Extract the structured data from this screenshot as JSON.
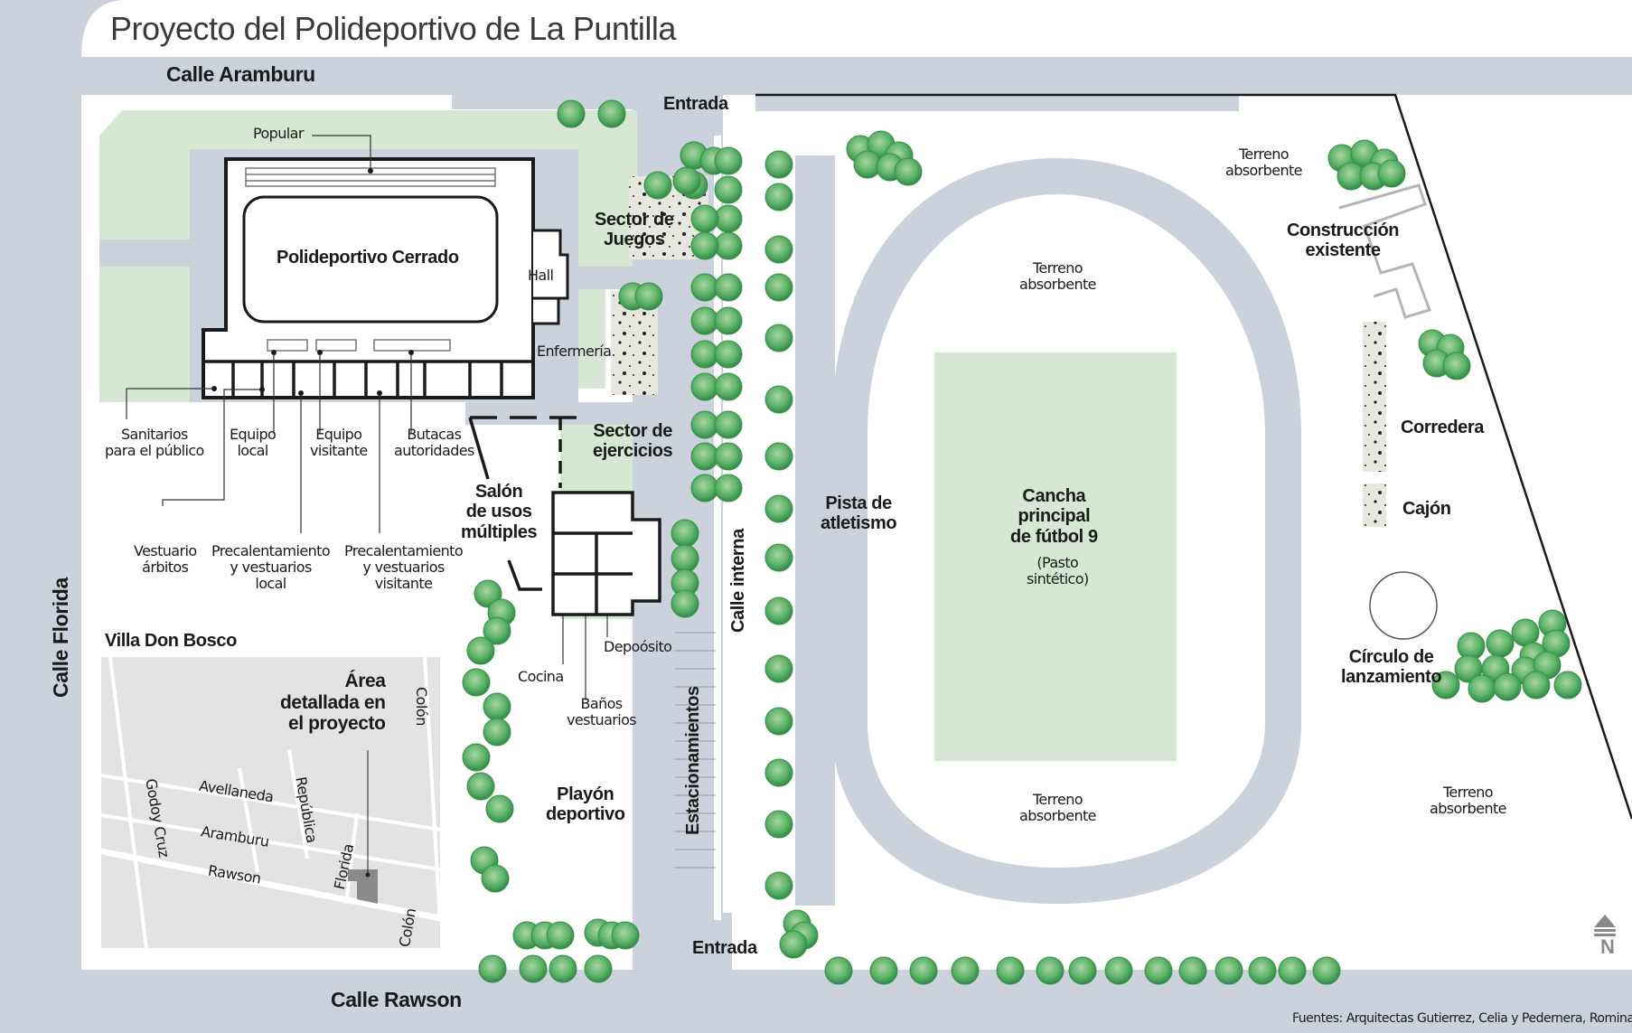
{
  "title": "Proyecto del Polideportivo de La Puntilla",
  "colors": {
    "street": "#cbd2db",
    "green_area": "#d6e8d4",
    "sand": "#e8e7df",
    "building_wall": "#1a1a1a",
    "tree": "#4aa35a",
    "inset_bg": "#e3e3e3",
    "highlight_block": "#8a8a8a"
  },
  "streets": {
    "aramburu": "Calle Aramburu",
    "florida": "Calle Florida",
    "rawson": "Calle Rawson",
    "interna": "Calle interna"
  },
  "entrances": {
    "top": "Entrada",
    "bottom": "Entrada"
  },
  "zones": {
    "polideportivo": "Polideportivo Cerrado",
    "hall": "Hall",
    "enfermeria": "Enfermería",
    "sector_juegos": [
      "Sector de",
      "Juegos"
    ],
    "sector_ejercicios": [
      "Sector de",
      "ejercicios"
    ],
    "salon": [
      "Salón",
      "de usos",
      "múltiples"
    ],
    "playon": [
      "Playón",
      "deportivo"
    ],
    "estacionamientos": "Estacionamientos",
    "pista": [
      "Pista de",
      "atletismo"
    ],
    "cancha": [
      "Cancha",
      "principal",
      "de fútbol 9"
    ],
    "cancha_note": [
      "(Pasto",
      "sintético)"
    ],
    "construccion": [
      "Construcción",
      "existente"
    ],
    "corredera": "Corredera",
    "cajon": "Cajón",
    "circulo": [
      "Círculo de",
      "lanzamiento"
    ],
    "terreno": [
      "Terreno",
      "absorbente"
    ]
  },
  "callouts": {
    "popular": "Popular",
    "sanitarios": [
      "Sanitarios",
      "para el público"
    ],
    "equipo_local": [
      "Equipo",
      "local"
    ],
    "equipo_visitante": [
      "Equipo",
      "visitante"
    ],
    "butacas": [
      "Butacas",
      "autoridades"
    ],
    "vestuario_arbitros": [
      "Vestuario",
      "árbitos"
    ],
    "precal_local": [
      "Precalentamiento",
      "y vestuarios",
      "local"
    ],
    "precal_visitante": [
      "Precalentamiento",
      "y vestuarios",
      "visitante"
    ],
    "deposito": "Depoósito",
    "cocina": "Cocina",
    "banos": [
      "Baños",
      "vestuarios"
    ]
  },
  "inset": {
    "title": "Villa Don Bosco",
    "area_label": [
      "Área",
      "detallada en",
      "el proyecto"
    ],
    "streets": [
      "Colón",
      "Avellaneda",
      "República",
      "Godoy Cruz",
      "Aramburu",
      "Rawson",
      "Florida",
      "Colón"
    ]
  },
  "north": "N",
  "source": "Fuentes: Arquitectas Gutierrez, Celia y  Pedernera, Romina"
}
